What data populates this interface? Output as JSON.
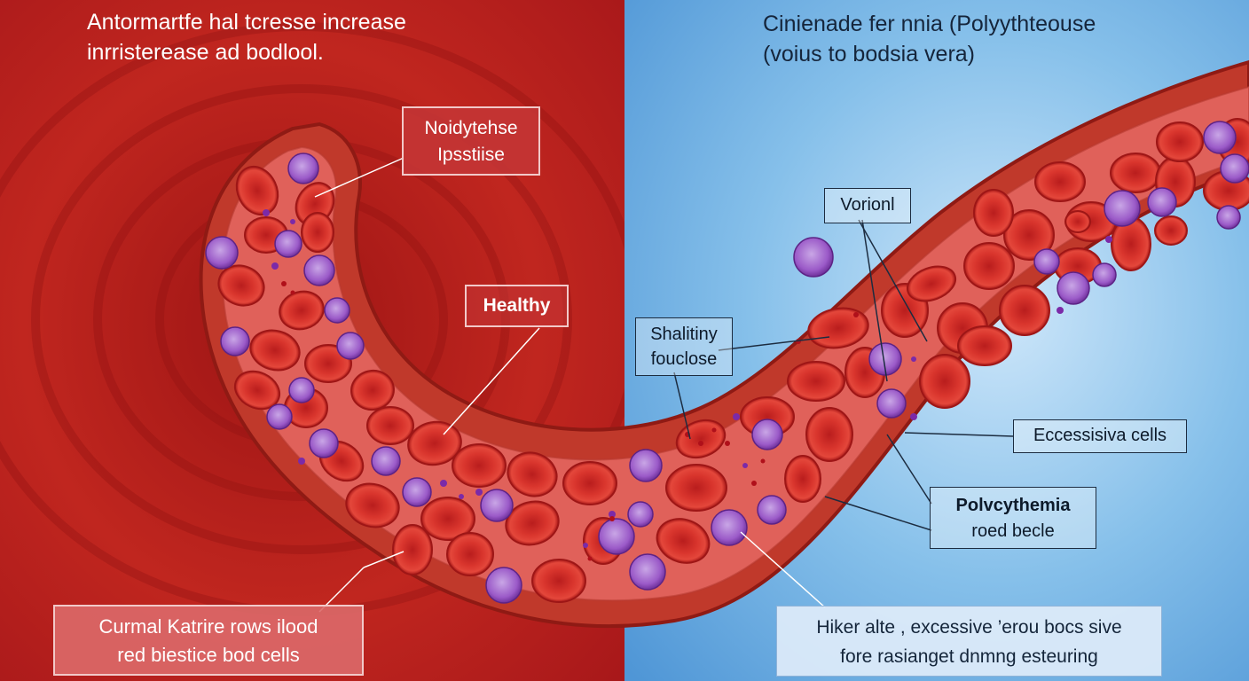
{
  "left_panel": {
    "heading_line1": "Antormartfe hal tcresse increase",
    "heading_line2": "inrristerease ad bodlool."
  },
  "right_panel": {
    "heading_line1": "Cinienade fer nnia (Polyythteouse",
    "heading_line2": "(voius to bodsia vera)"
  },
  "labels": {
    "top_center_line1": "Noidytehse",
    "top_center_line2": "Ipsstiise",
    "healthy": "Healthy",
    "bottom_left_line1": "Curmal Katrire rows ilood",
    "bottom_left_line2": "red biestice bod cells",
    "vorionl": "Vorionl",
    "shalitiny_line1": "Shalitiny",
    "shalitiny_line2": "fouclose",
    "excessive": "Eccessisiva cells",
    "polycythemia_title": "Polvcythemia",
    "polycythemia_sub": "roed becle",
    "bottom_right_line1": "Hiker alte , excessive ’erou bocs sive",
    "bottom_right_line2": "fore rasianget dnmng esteuring"
  },
  "colors": {
    "left_background": "#b51a1a",
    "right_background": "#6fb0e3",
    "vessel_wall": "#c0392b",
    "red_blood_cell": "#d8322e",
    "white_blood_cell": "#8e44ad"
  }
}
